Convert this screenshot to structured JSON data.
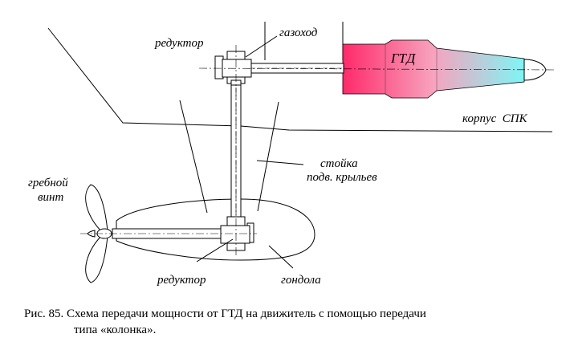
{
  "labels": {
    "reducer_top": "редуктор",
    "exhaust": "газоход",
    "gtd": "ГТД",
    "hull": "корпус  СПК",
    "strut_line1": "стойка",
    "strut_line2": "подв. крыльев",
    "propeller_line1": "гребной",
    "propeller_line2": "винт",
    "reducer_bottom": "редуктор",
    "gondola": "гондола"
  },
  "caption": {
    "line1": "Рис. 85. Схема передачи мощности от ГТД на движитель с помощью передачи",
    "line2": "типа «колонка»."
  },
  "colors": {
    "gtd_front": "#ff2a6a",
    "gtd_mid": "#f7a3be",
    "gtd_rear": "#7ff5f5",
    "line": "#000000"
  }
}
